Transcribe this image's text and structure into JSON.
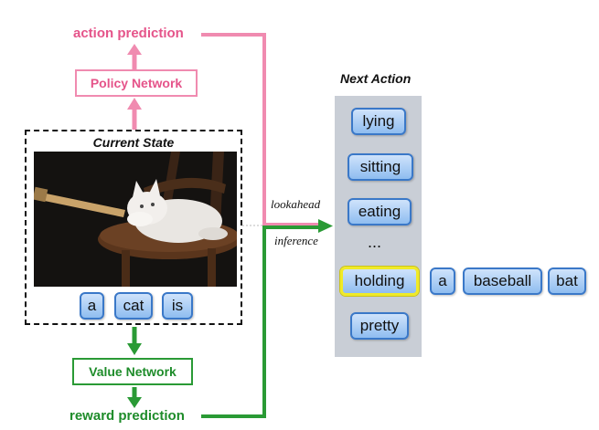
{
  "labels": {
    "action_prediction": "action prediction",
    "policy_network": "Policy Network",
    "current_state": "Current State",
    "value_network": "Value Network",
    "reward_prediction": "reward prediction",
    "next_action": "Next Action",
    "lookahead": "lookahead",
    "inference": "inference",
    "ellipsis": "..."
  },
  "caption_tokens": [
    "a",
    "cat",
    "is"
  ],
  "next_action_options": [
    "lying",
    "sitting",
    "eating",
    "holding",
    "pretty"
  ],
  "selected_action": "holding",
  "continuation_tokens": [
    "a",
    "baseball",
    "bat"
  ],
  "colors": {
    "policy": "#e5548a",
    "value": "#1e8c2a",
    "token_fill": "#a9cdf5",
    "highlight": "#f0ea28",
    "column": "#c9ced6"
  }
}
